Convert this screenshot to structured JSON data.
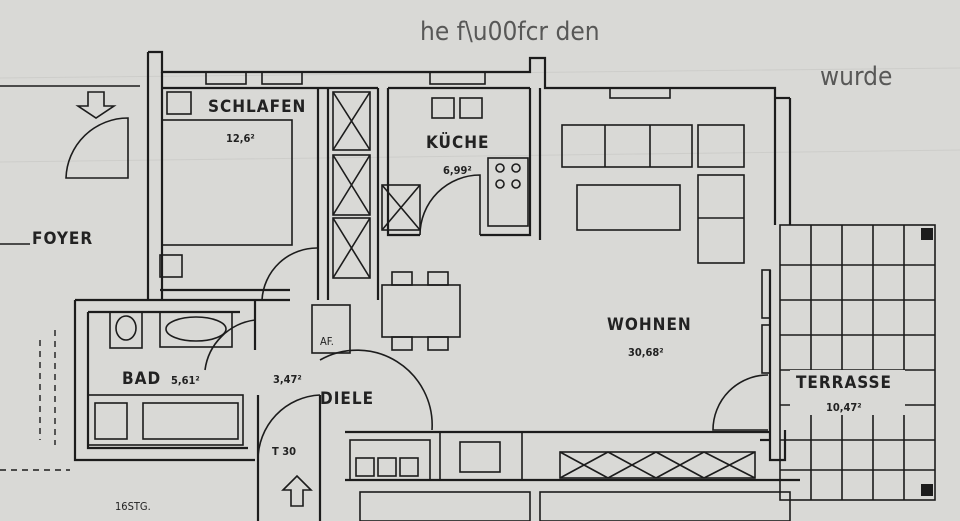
{
  "rooms": {
    "schlafen": {
      "name": "SCHLAFEN",
      "area": "12,6²"
    },
    "kueche": {
      "name": "KÜCHE",
      "area": "6,99²"
    },
    "wohnen": {
      "name": "WOHNEN",
      "area": "30,68²"
    },
    "bad": {
      "name": "BAD",
      "area": "5,61²"
    },
    "diele": {
      "name": "DIELE",
      "area": "3,47²"
    },
    "terrasse": {
      "name": "TERRASSE",
      "area": "10,47²"
    },
    "foyer": {
      "name": "FOYER"
    },
    "af": {
      "name": "AF."
    }
  },
  "stair": {
    "label": "T 30"
  },
  "stairwell": {
    "label": "16STG."
  }
}
